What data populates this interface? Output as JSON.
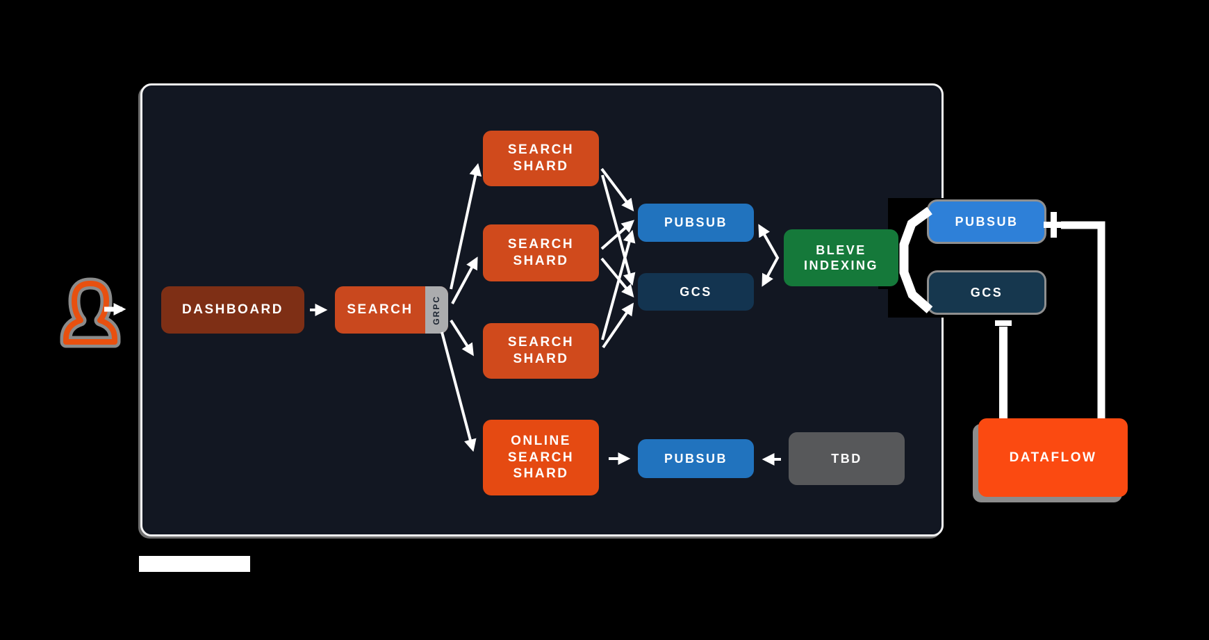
{
  "diagram": {
    "type": "architecture-flow",
    "background_color": "#000000",
    "panel_color": "#121722",
    "line_color": "#ffffff",
    "nodes": [
      {
        "id": "user",
        "icon": "person-icon",
        "label": "",
        "color": "#E8500F"
      },
      {
        "id": "dashboard",
        "label": "DASHBOARD",
        "color": "#7E2F15"
      },
      {
        "id": "search",
        "label": "SEARCH",
        "color": "#C9481E",
        "port": {
          "label": "GRPC",
          "color": "#ABACAE"
        }
      },
      {
        "id": "search-shard-1",
        "label": "SEARCH\nSHARD",
        "color": "#D04A1C"
      },
      {
        "id": "search-shard-2",
        "label": "SEARCH\nSHARD",
        "color": "#D04A1C"
      },
      {
        "id": "search-shard-3",
        "label": "SEARCH\nSHARD",
        "color": "#D04A1C"
      },
      {
        "id": "online-search-shard",
        "label": "ONLINE\nSEARCH\nSHARD",
        "color": "#E54A12"
      },
      {
        "id": "pubsub-indexing",
        "label": "PUBSUB",
        "color": "#2173BE"
      },
      {
        "id": "gcs-indexing",
        "label": "GCS",
        "color": "#133450"
      },
      {
        "id": "bleve-indexing",
        "label": "BLEVE\nINDEXING",
        "color": "#15793A"
      },
      {
        "id": "pubsub-right",
        "label": "PUBSUB",
        "color": "#2E80D8"
      },
      {
        "id": "gcs-right",
        "label": "GCS",
        "color": "#16374E"
      },
      {
        "id": "pubsub-online",
        "label": "PUBSUB",
        "color": "#2173BE"
      },
      {
        "id": "tbd",
        "label": "TBD",
        "color": "#57585A"
      },
      {
        "id": "dataflow",
        "label": "DATAFLOW",
        "color": "#FB4A11"
      }
    ],
    "edges": [
      {
        "from": "user",
        "to": "dashboard"
      },
      {
        "from": "dashboard",
        "to": "search"
      },
      {
        "from": "search",
        "to": "search-shard-1",
        "via": "GRPC"
      },
      {
        "from": "search",
        "to": "search-shard-2",
        "via": "GRPC"
      },
      {
        "from": "search",
        "to": "search-shard-3",
        "via": "GRPC"
      },
      {
        "from": "search",
        "to": "online-search-shard",
        "via": "GRPC"
      },
      {
        "from": "search-shard-1",
        "to": "pubsub-indexing"
      },
      {
        "from": "search-shard-1",
        "to": "gcs-indexing"
      },
      {
        "from": "search-shard-2",
        "to": "pubsub-indexing"
      },
      {
        "from": "search-shard-2",
        "to": "gcs-indexing"
      },
      {
        "from": "search-shard-3",
        "to": "pubsub-indexing"
      },
      {
        "from": "search-shard-3",
        "to": "gcs-indexing"
      },
      {
        "from": "pubsub-indexing",
        "to": "bleve-indexing",
        "bidirectional": true
      },
      {
        "from": "gcs-indexing",
        "to": "bleve-indexing",
        "bidirectional": true
      },
      {
        "from": "bleve-indexing",
        "to": "pubsub-right",
        "style": "brace-arc"
      },
      {
        "from": "bleve-indexing",
        "to": "gcs-right",
        "style": "brace-arc"
      },
      {
        "from": "online-search-shard",
        "to": "pubsub-online"
      },
      {
        "from": "tbd",
        "to": "pubsub-online"
      },
      {
        "from": "pubsub-right",
        "to": "dataflow",
        "style": "thick-elbow"
      },
      {
        "from": "dataflow",
        "to": "gcs-right",
        "style": "thick-tee"
      }
    ]
  }
}
